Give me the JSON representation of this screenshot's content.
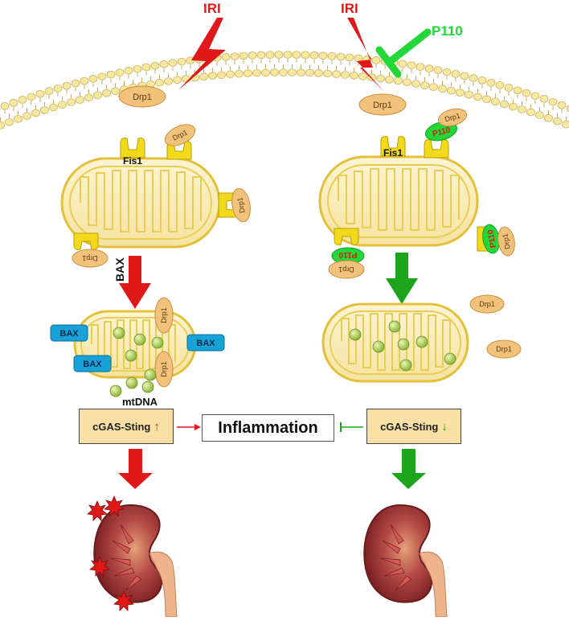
{
  "labels": {
    "iri_left": "IRI",
    "iri_right": "IRI",
    "p110_top": "P110",
    "drp1": "Drp1",
    "fis1": "Fis1",
    "p110": "P110",
    "bax": "BAX",
    "mtdna": "mtDNA",
    "cgas_sting": "cGAS-Sting",
    "inflammation": "Inflammation",
    "up_arrow": "↑",
    "down_arrow": "↓"
  },
  "colors": {
    "membrane": "#f7e7a1",
    "mito_fill": "#fbeec0",
    "mito_outline": "#e2c03a",
    "drp1_fill": "#f2c27a",
    "receptor": "#f2da1a",
    "p110_green": "#22d838",
    "bax_blue": "#18a2da",
    "mtdna_green": "#9ec43e",
    "red_arrow": "#e01818",
    "green_arrow": "#1ca51c",
    "kidney": "#8a2528",
    "cgas_box": "#fbe0a6"
  }
}
